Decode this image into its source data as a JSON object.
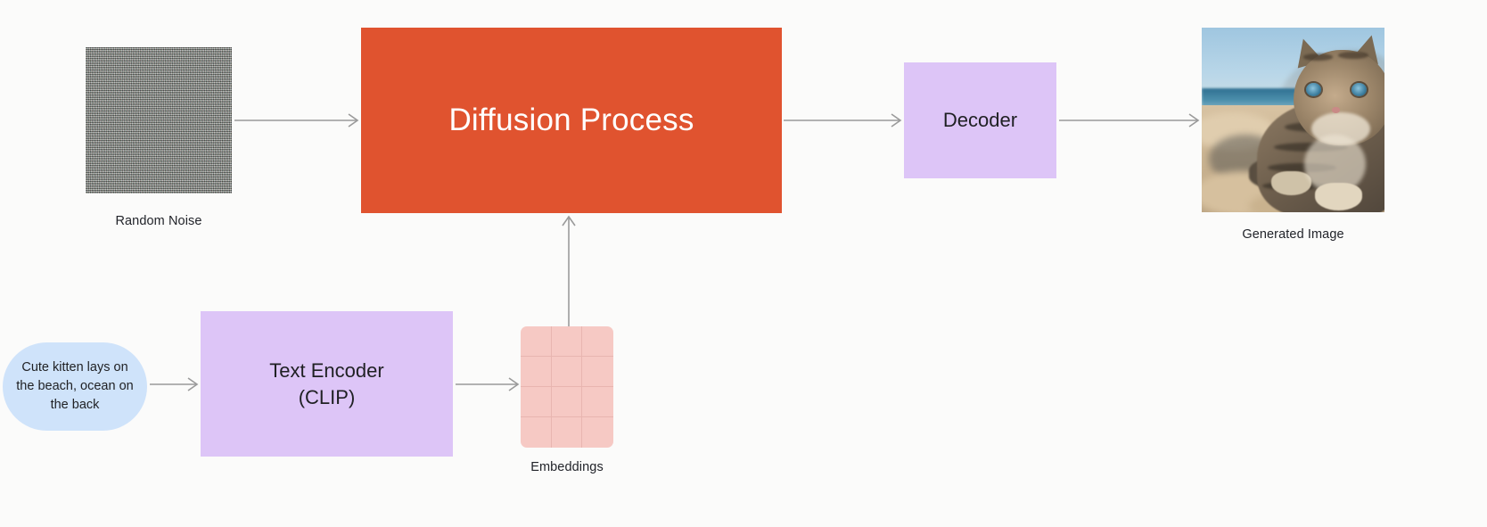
{
  "diagram": {
    "title": "Text-to-Image Diffusion Pipeline",
    "background_color": "#fbfbfa",
    "connector_color": "#9a9a9a"
  },
  "nodes": {
    "random_noise": {
      "caption": "Random Noise",
      "type": "image",
      "content": "grey rgb static noise square"
    },
    "diffusion_process": {
      "label": "Diffusion Process",
      "fill_color": "#e0532f",
      "text_color": "#ffffff"
    },
    "decoder": {
      "label": "Decoder",
      "fill_color": "#ddc5f7",
      "text_color": "#1f2023"
    },
    "generated_image": {
      "caption": "Generated Image",
      "type": "image",
      "content": "tabby kitten with blue eyes lying on sandy beach, ocean and sky behind"
    },
    "prompt": {
      "text": "Cute kitten lays on the beach, ocean on the back",
      "fill_color": "#cfe3fa",
      "text_color": "#1f2023"
    },
    "text_encoder": {
      "label": "Text Encoder\n(CLIP)",
      "fill_color": "#ddc5f7",
      "text_color": "#1f2023"
    },
    "embeddings": {
      "caption": "Embeddings",
      "fill_color": "#f6c9c4",
      "grid_color": "#e8b5b0",
      "columns": 3,
      "rows": 4
    }
  },
  "edges": [
    {
      "name": "noise-to-diffusion",
      "from": "random_noise",
      "to": "diffusion_process",
      "direction": "right"
    },
    {
      "name": "diffusion-to-decoder",
      "from": "diffusion_process",
      "to": "decoder",
      "direction": "right"
    },
    {
      "name": "decoder-to-image",
      "from": "decoder",
      "to": "generated_image",
      "direction": "right"
    },
    {
      "name": "prompt-to-encoder",
      "from": "prompt",
      "to": "text_encoder",
      "direction": "right"
    },
    {
      "name": "encoder-to-embeddings",
      "from": "text_encoder",
      "to": "embeddings",
      "direction": "right"
    },
    {
      "name": "embeddings-to-diffusion",
      "from": "embeddings",
      "to": "diffusion_process",
      "direction": "up"
    }
  ]
}
